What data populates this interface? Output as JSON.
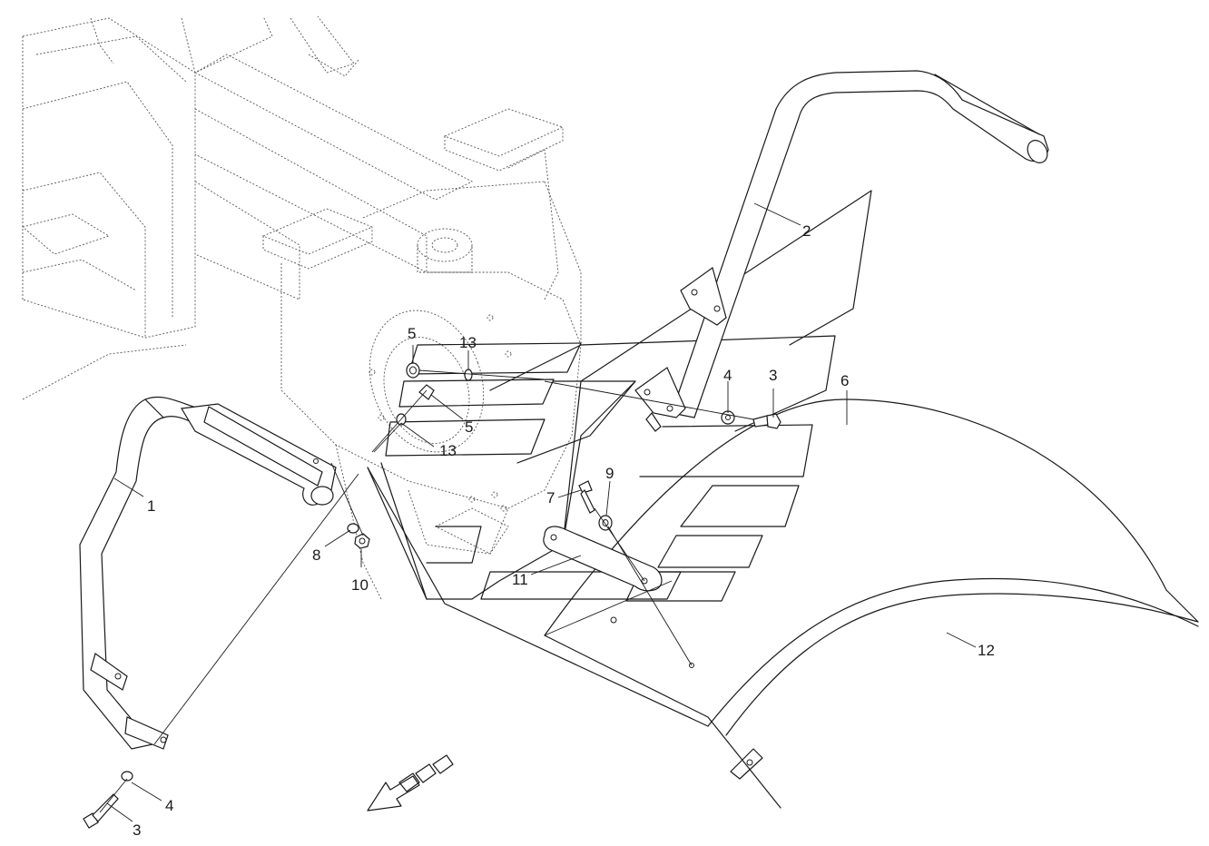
{
  "callouts": [
    {
      "id": "callout-1",
      "text": "1"
    },
    {
      "id": "callout-2",
      "text": "2"
    },
    {
      "id": "callout-3-top",
      "text": "3"
    },
    {
      "id": "callout-3-bottom",
      "text": "3"
    },
    {
      "id": "callout-4-top",
      "text": "4"
    },
    {
      "id": "callout-4-bottom",
      "text": "4"
    },
    {
      "id": "callout-5-top",
      "text": "5"
    },
    {
      "id": "callout-5-mid",
      "text": "5"
    },
    {
      "id": "callout-6",
      "text": "6"
    },
    {
      "id": "callout-7",
      "text": "7"
    },
    {
      "id": "callout-8",
      "text": "8"
    },
    {
      "id": "callout-9",
      "text": "9"
    },
    {
      "id": "callout-10",
      "text": "10"
    },
    {
      "id": "callout-11",
      "text": "11"
    },
    {
      "id": "callout-12",
      "text": "12"
    },
    {
      "id": "callout-13-top",
      "text": "13"
    },
    {
      "id": "callout-13-mid",
      "text": "13"
    }
  ],
  "colors": {
    "line": "#1a1a1a",
    "ghost": "#555555",
    "background": "#ffffff"
  }
}
